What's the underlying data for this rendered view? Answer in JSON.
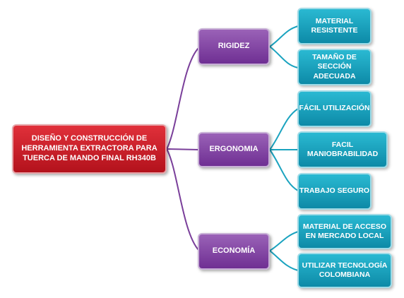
{
  "colors": {
    "root": "#c91d27",
    "category": "#7e3aa1",
    "leaf": "#1aa3bf",
    "connector": "#7a3f9a"
  },
  "root": {
    "label": "DISEÑO Y CONSTRUCCIÓN DE HERRAMIENTA EXTRACTORA PARA TUERCA DE MANDO FINAL RH340B"
  },
  "categories": [
    {
      "label": "RIGIDEZ",
      "leaves": [
        "MATERIAL RESISTENTE",
        "TAMAÑO DE SECCIÓN ADECUADA"
      ]
    },
    {
      "label": "ERGONOMIA",
      "leaves": [
        "FÁCIL UTILIZACIÓN",
        "FACIL MANIOBRABILIDAD",
        "TRABAJO SEGURO"
      ]
    },
    {
      "label": "ECONOMÍA",
      "leaves": [
        "MATERIAL DE ACCESO EN MERCADO LOCAL",
        "UTILIZAR TECNOLOGÍA COLOMBIANA"
      ]
    }
  ]
}
